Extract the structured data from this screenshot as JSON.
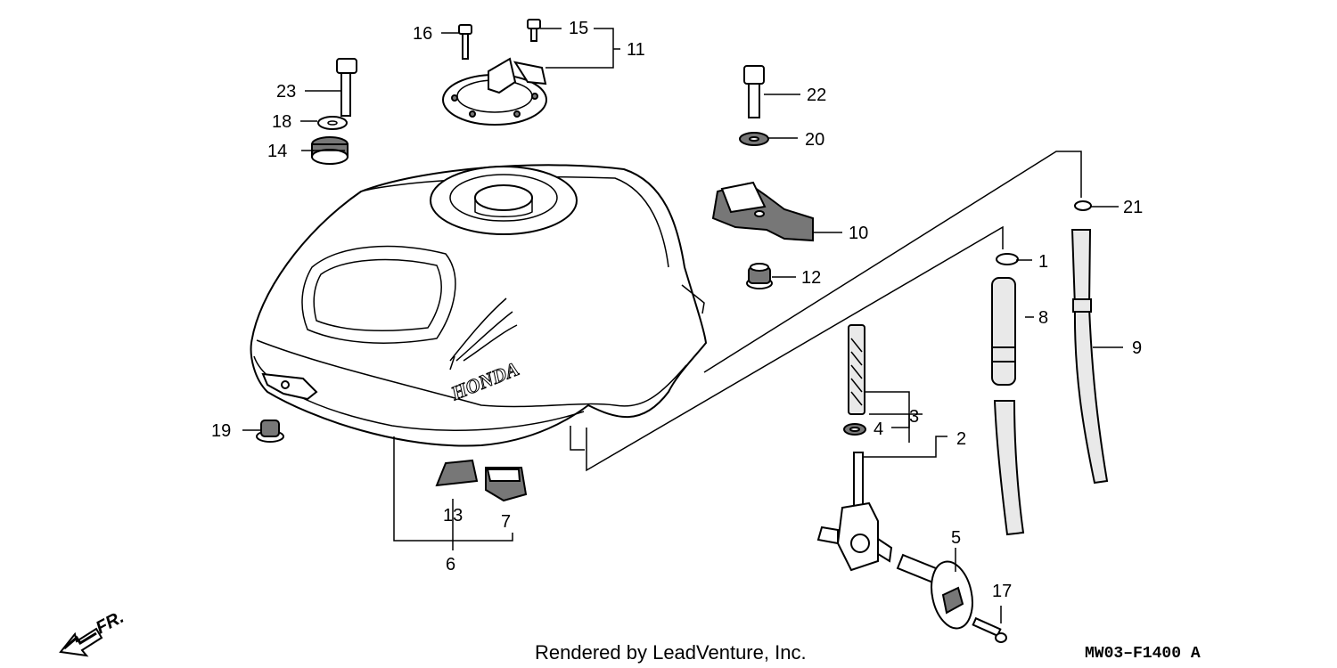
{
  "callouts": {
    "c1": "1",
    "c2": "2",
    "c3": "3",
    "c4": "4",
    "c5": "5",
    "c6": "6",
    "c7": "7",
    "c8": "8",
    "c9": "9",
    "c10": "10",
    "c11": "11",
    "c12": "12",
    "c13": "13",
    "c14": "14",
    "c15": "15",
    "c16": "16",
    "c17": "17",
    "c18": "18",
    "c19": "19",
    "c20": "20",
    "c21": "21",
    "c22": "22",
    "c23": "23"
  },
  "tank_brand": "HONDA",
  "direction": "FR.",
  "footer": "Rendered by LeadVenture, Inc.",
  "diagram_code": "MW03–F1400 A",
  "icons": [
    "front-direction-arrow-icon"
  ]
}
